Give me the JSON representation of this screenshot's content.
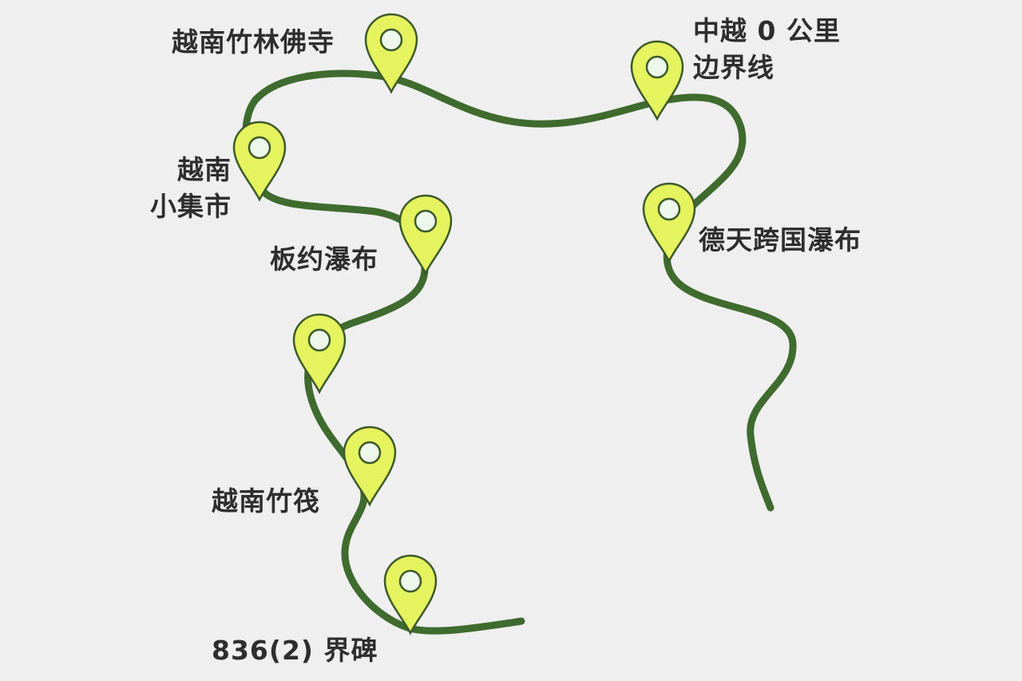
{
  "title": "Route map",
  "colors": {
    "route": "#3f6b2f",
    "pin_fill": "#e4f35e",
    "pin_outline": "#3d5a2a",
    "pin_center": "#eef8ea",
    "background": "#efefef",
    "text": "#2e2e2e"
  },
  "places": [
    {
      "name": "越南竹林佛寺"
    },
    {
      "name": "中越 0 公里",
      "name_line2": "边界线"
    },
    {
      "name": "越南",
      "name_line2": "小集市"
    },
    {
      "name": "板约瀑布"
    },
    {
      "name": "德天跨国瀑布"
    },
    {
      "name": "越南竹筏"
    },
    {
      "name": "836(2) 界碑"
    }
  ],
  "icons": {
    "pin": "map-pin-icon"
  }
}
